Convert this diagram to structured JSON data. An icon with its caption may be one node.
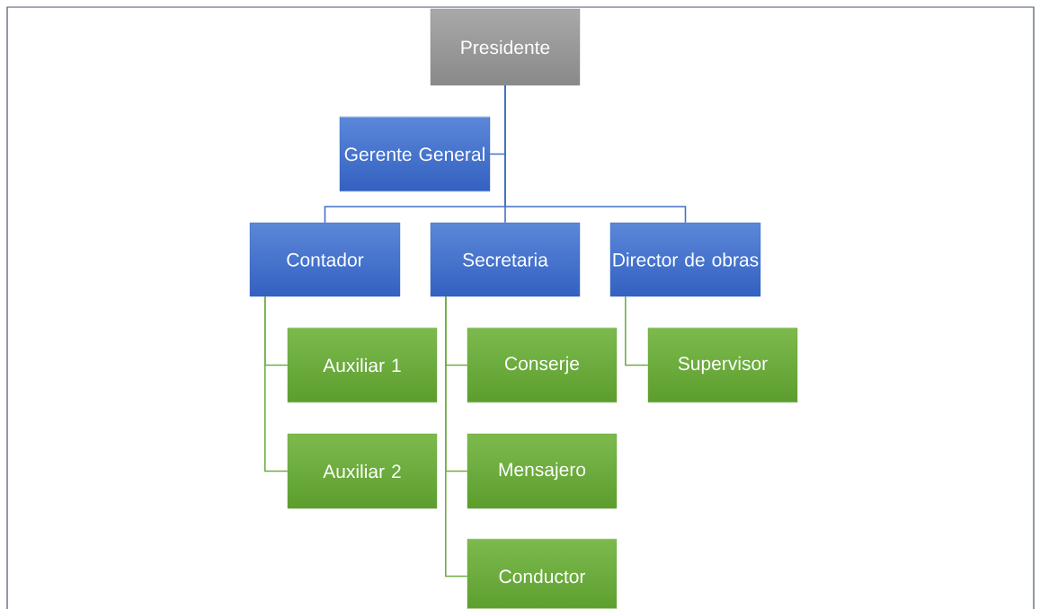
{
  "diagram": {
    "nodes": [
      {
        "text": [
          "Presidente"
        ]
      },
      {
        "text": [
          "Gerente General"
        ]
      },
      {
        "text": [
          "Contador"
        ]
      },
      {
        "text": [
          "Secretaria"
        ]
      },
      {
        "text": [
          "Director de obras"
        ]
      },
      {
        "text": [
          "Auxiliar 1"
        ]
      },
      {
        "text": [
          "Auxiliar 2"
        ]
      },
      {
        "text": [
          "Conserje"
        ]
      },
      {
        "text": [
          "Mensajero"
        ]
      },
      {
        "text": [
          "Conductor"
        ]
      },
      {
        "text": [
          "Supervisor"
        ]
      }
    ],
    "edges": [
      {
        "from": 0,
        "to": 1,
        "arrow": "none",
        "color": "#4472c4"
      },
      {
        "from": 0,
        "to": 2,
        "arrow": "none",
        "color": "#4472c4"
      },
      {
        "from": 0,
        "to": 3,
        "arrow": "none",
        "color": "#4472c4"
      },
      {
        "from": 0,
        "to": 4,
        "arrow": "none",
        "color": "#4472c4"
      },
      {
        "from": 2,
        "to": 5,
        "arrow": "none"
      },
      {
        "from": 2,
        "to": 6,
        "arrow": "none"
      },
      {
        "from": 3,
        "to": 7,
        "arrow": "none"
      },
      {
        "from": 3,
        "to": 8,
        "arrow": "none"
      },
      {
        "from": 3,
        "to": 9,
        "arrow": "none"
      },
      {
        "from": 4,
        "to": 10,
        "arrow": "none"
      }
    ]
  }
}
